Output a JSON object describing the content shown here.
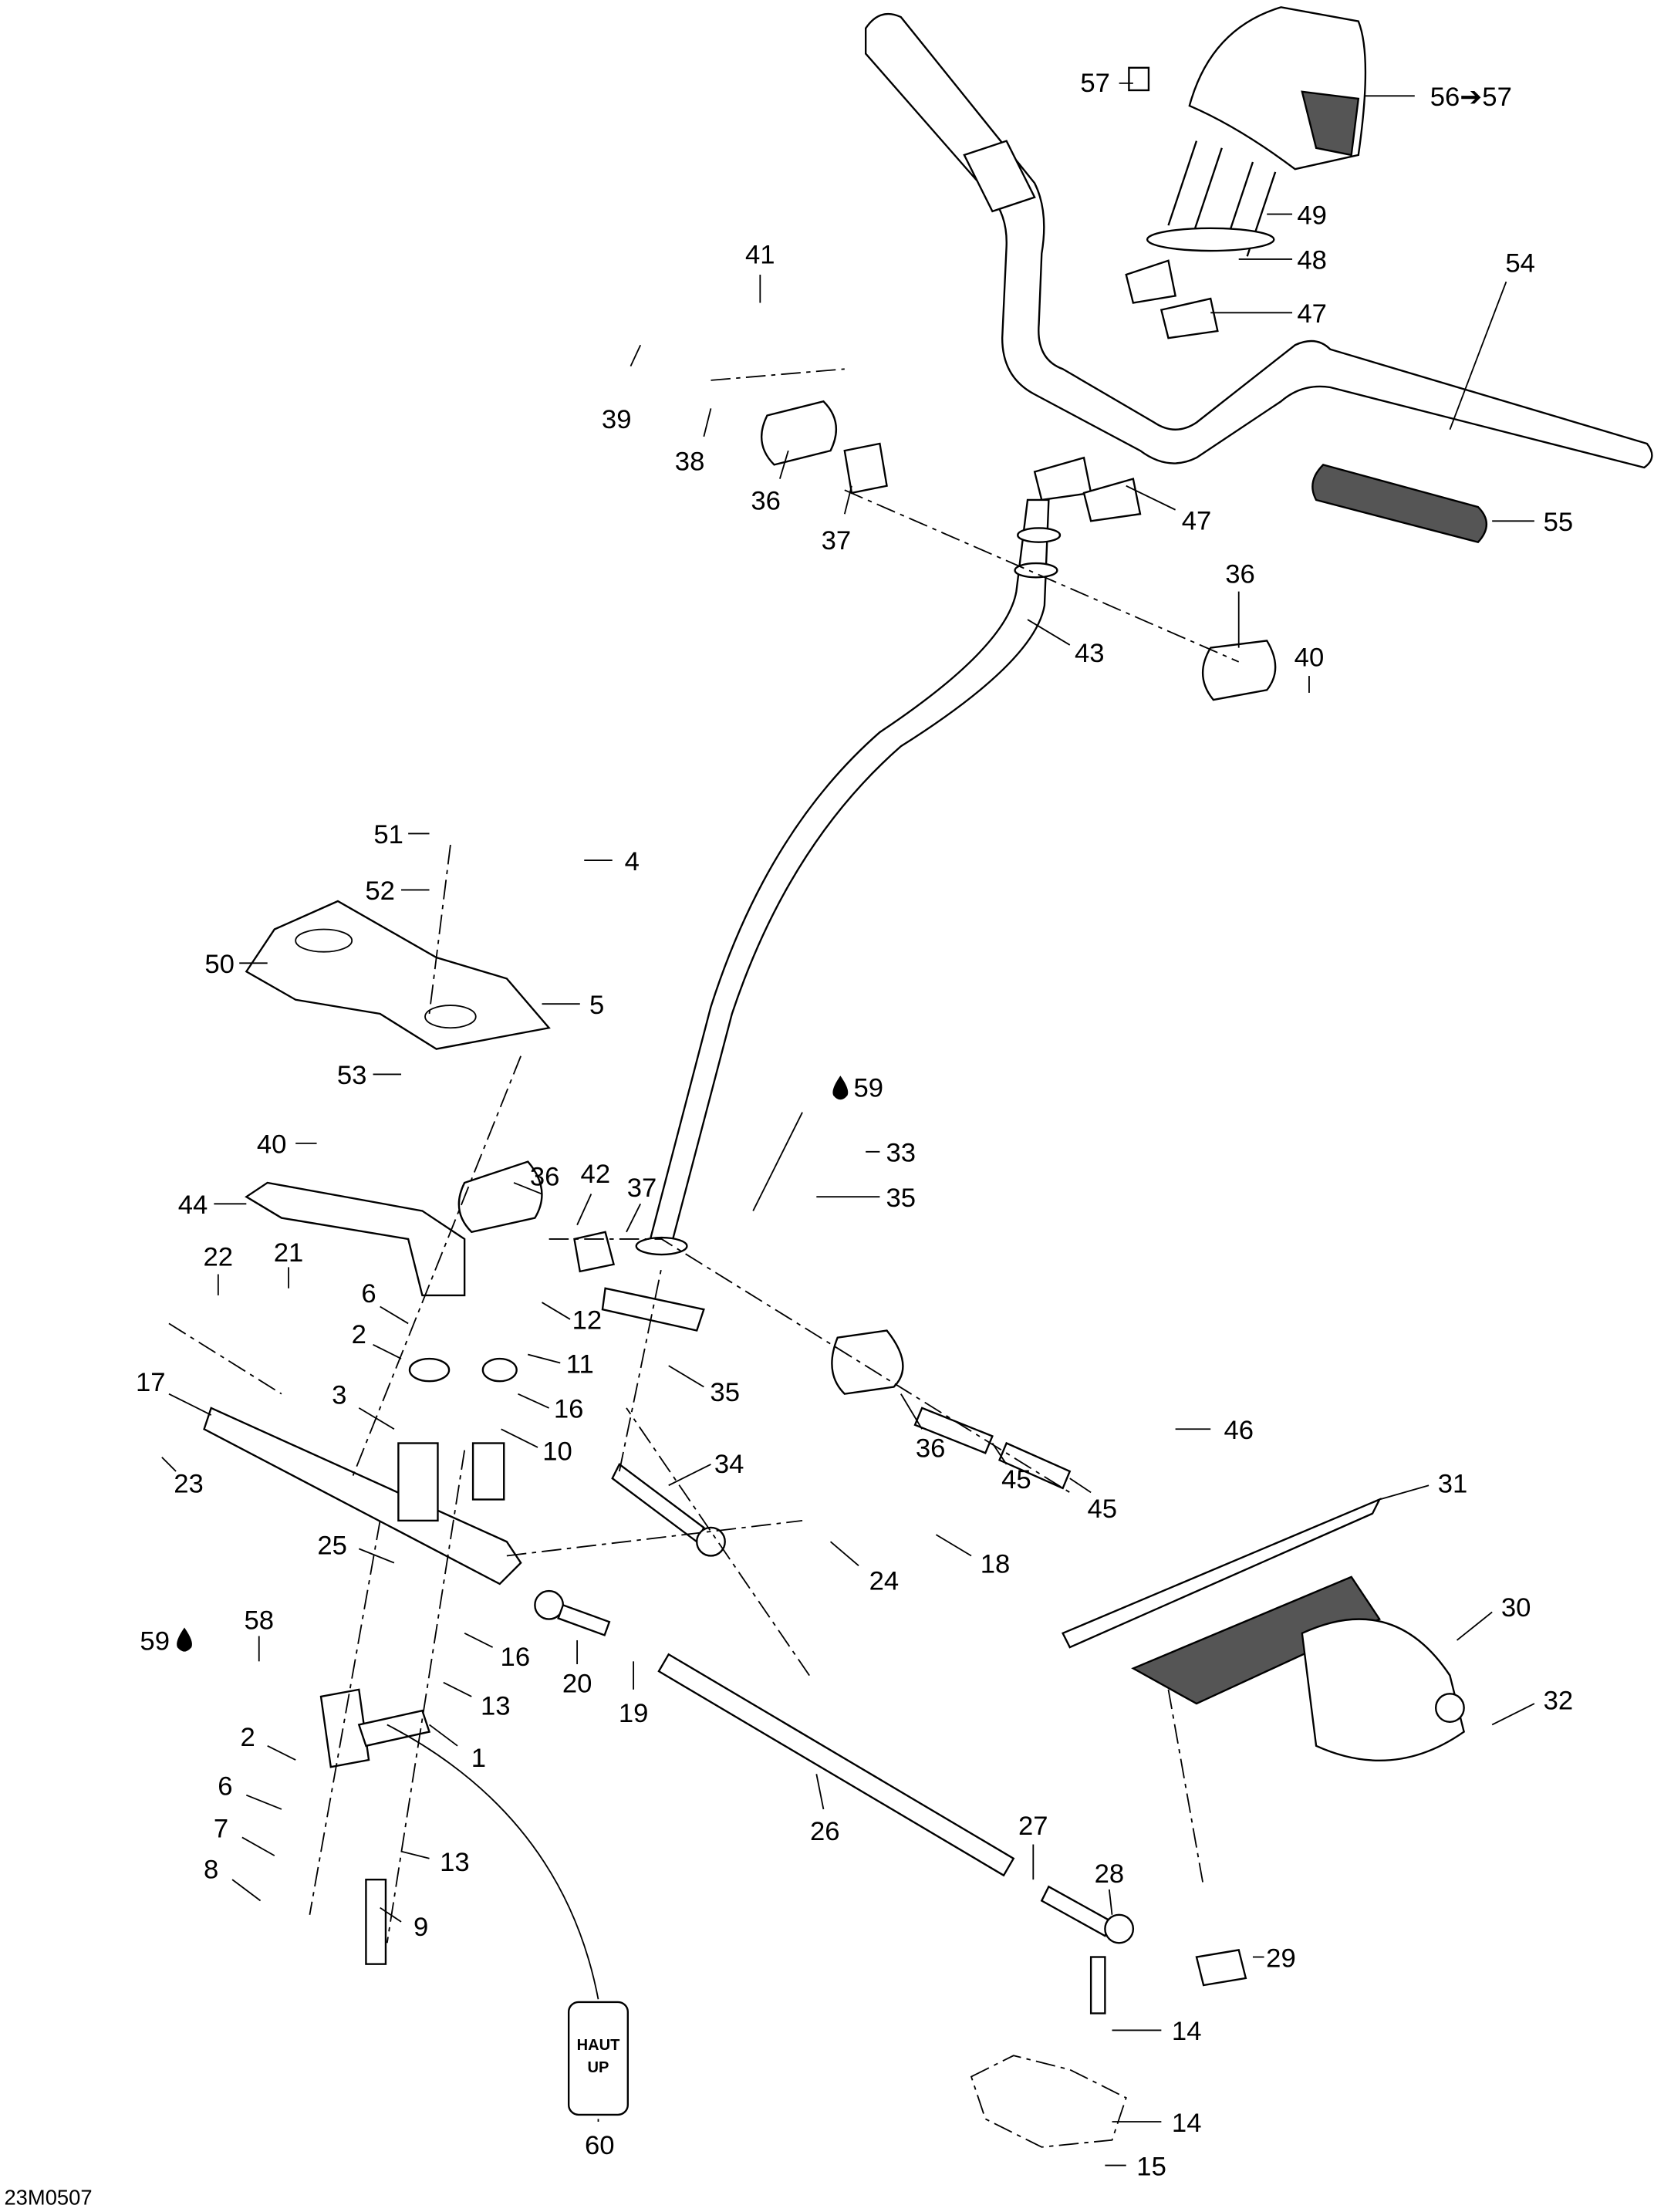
{
  "diagram": {
    "figure_code": "23M0507",
    "decal_text": [
      "HAUT",
      "UP"
    ],
    "callouts": [
      "57",
      "56➔57",
      "49",
      "48",
      "47",
      "41",
      "54",
      "39",
      "38",
      "36",
      "37",
      "47",
      "55",
      "36",
      "40",
      "43",
      "51",
      "4",
      "52",
      "50",
      "5",
      "53",
      "59",
      "33",
      "40",
      "36",
      "42",
      "37",
      "35",
      "44",
      "22",
      "21",
      "6",
      "12",
      "2",
      "11",
      "17",
      "3",
      "16",
      "35",
      "36",
      "10",
      "46",
      "23",
      "45",
      "45",
      "34",
      "31",
      "25",
      "18",
      "24",
      "30",
      "59",
      "58",
      "16",
      "20",
      "13",
      "19",
      "32",
      "1",
      "2",
      "6",
      "26",
      "27",
      "7",
      "13",
      "8",
      "28",
      "9",
      "29",
      "14",
      "60",
      "14",
      "15"
    ],
    "lubricant_icon": "oil-drop-icon"
  }
}
